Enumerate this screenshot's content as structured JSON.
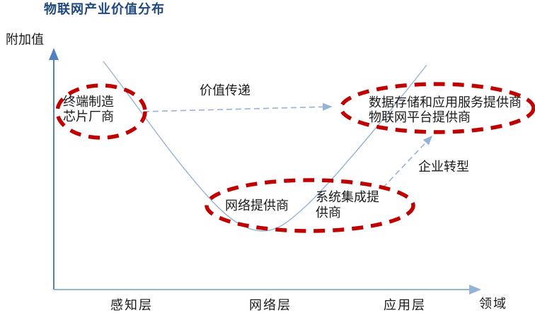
{
  "title": "物联网产业价值分布",
  "axes": {
    "y_label": "附加值",
    "x_label": "领域",
    "x_categories": [
      {
        "label": "感知层"
      },
      {
        "label": "网络层"
      },
      {
        "label": "应用层"
      }
    ]
  },
  "annotations": {
    "value_transfer_label": "价值传递",
    "enterprise_transform_label": "企业转型"
  },
  "groups": {
    "left_ellipse": {
      "line1": "终端制造",
      "line2": "芯片厂商"
    },
    "bottom_ellipse": {
      "item1": "网络提供商",
      "item2": "系统集成提供商"
    },
    "right_ellipse": {
      "line1": "数据存储和应用服务提供商",
      "line2": "物联网平台提供商"
    }
  },
  "curve_shape": "U-shaped value curve: high added value at perception layer, lowest at network layer, rising high at application layer",
  "colors": {
    "title": "#1f497d",
    "axis": "#4f81bd",
    "axis_light": "#95b3d7",
    "curve": "#95b3d7",
    "dashed_arrow": "#95b3d7",
    "ellipse_red": "#c00000",
    "text": "#1a1a1a"
  }
}
